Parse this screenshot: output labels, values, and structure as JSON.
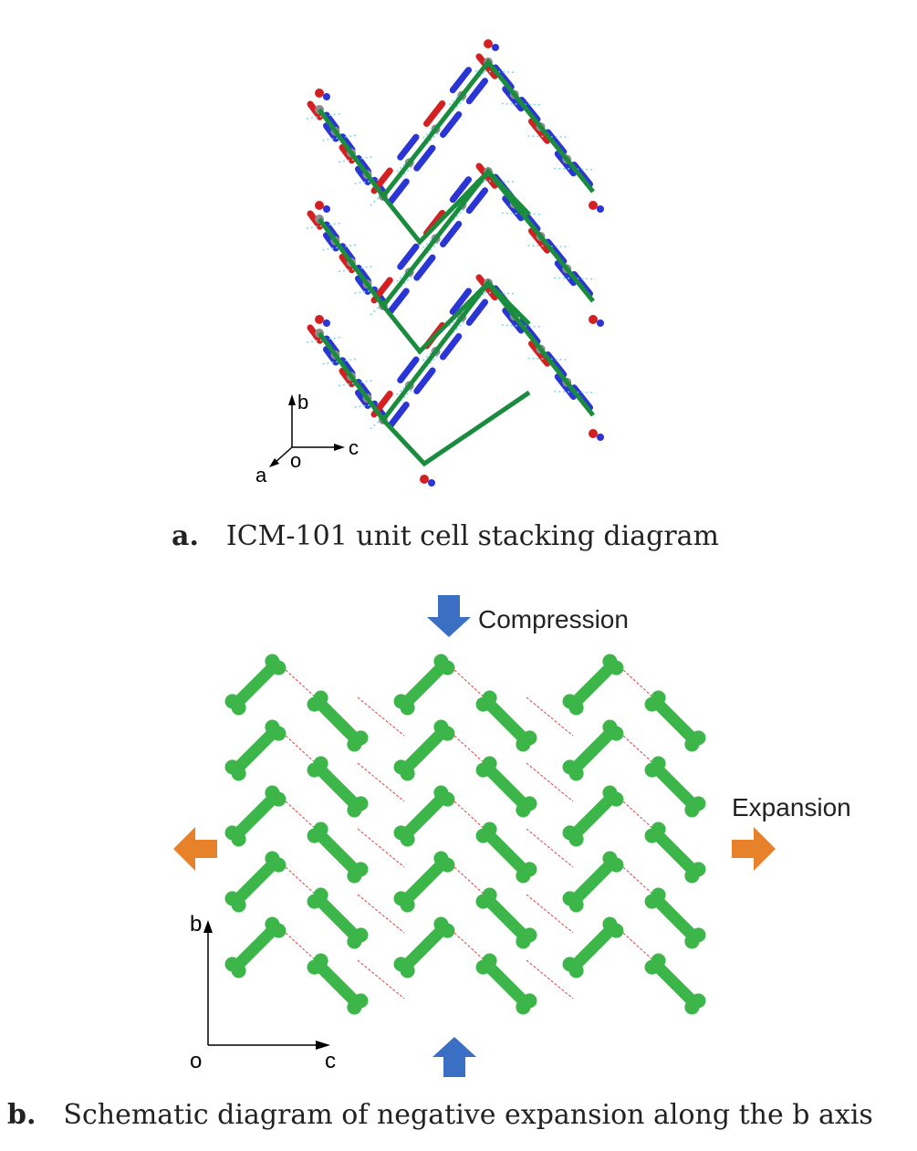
{
  "panel_a": {
    "axes": {
      "b": "b",
      "c": "c",
      "a": "a",
      "o": "o"
    },
    "caption_letter": "a.",
    "caption_text": "ICM-101 unit cell stacking diagram"
  },
  "panel_b": {
    "compression_label": "Compression",
    "expansion_label": "Expansion",
    "axes": {
      "b": "b",
      "c": "c",
      "o": "o"
    },
    "caption_letter": "b.",
    "caption_text": "Schematic diagram of negative expansion along the b axis"
  },
  "colors": {
    "bond_green": "#1a8c3e",
    "nitrogen_blue": "#2b35d6",
    "oxygen_red": "#d42020",
    "carbon_gray": "#8c8c8c",
    "hbond_cyan": "#7fd4e6",
    "bone_green": "#3cb549",
    "link_red": "#e04040",
    "compression_arrow": "#3a6fc4",
    "expansion_arrow": "#e8822a"
  }
}
